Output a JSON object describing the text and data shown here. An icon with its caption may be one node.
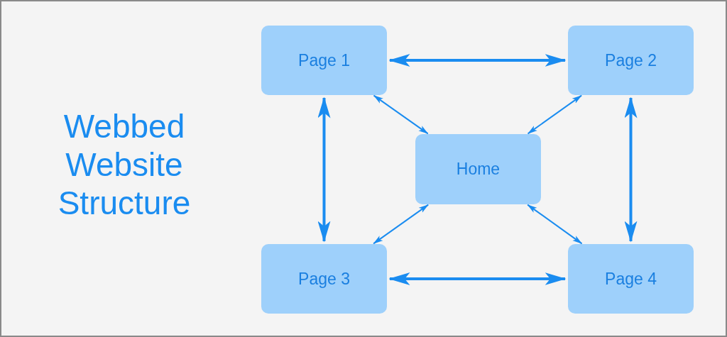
{
  "diagram": {
    "title": "Webbed Website Structure",
    "nodes": [
      {
        "text": [
          "Page 1"
        ]
      },
      {
        "text": [
          "Page 2"
        ]
      },
      {
        "text": [
          "Home"
        ]
      },
      {
        "text": [
          "Page 3"
        ]
      },
      {
        "text": [
          "Page 4"
        ]
      }
    ],
    "edges": [
      {
        "from": 0,
        "to": 1,
        "arrow": "both",
        "style": "thick"
      },
      {
        "from": 0,
        "to": 3,
        "arrow": "both",
        "style": "thick"
      },
      {
        "from": 1,
        "to": 4,
        "arrow": "both",
        "style": "thick"
      },
      {
        "from": 3,
        "to": 4,
        "arrow": "both",
        "style": "thick"
      },
      {
        "from": 2,
        "to": 0,
        "arrow": "both"
      },
      {
        "from": 2,
        "to": 1,
        "arrow": "both"
      },
      {
        "from": 2,
        "to": 3,
        "arrow": "both"
      },
      {
        "from": 2,
        "to": 4,
        "arrow": "both"
      }
    ]
  }
}
